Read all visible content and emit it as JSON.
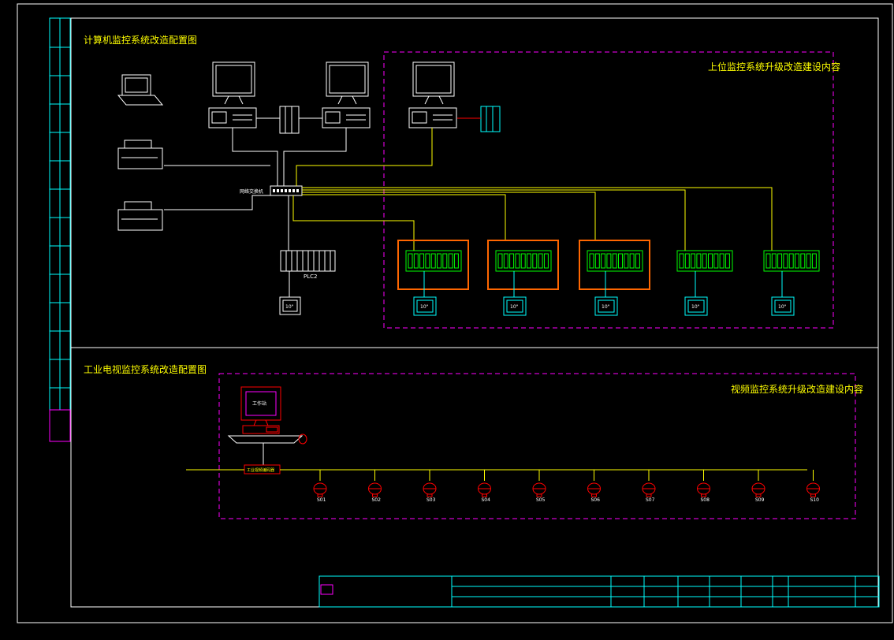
{
  "sections": {
    "top_title": "计算机监控系统改造配置图",
    "top_dashed_title": "上位监控系统升级改造建设内容",
    "bottom_title": "工业电视监控系统改造配置图",
    "bottom_dashed_title": "视频监控系统升级改造建设内容"
  },
  "top": {
    "switch_label": "网络交换机",
    "plc_left_label": "PLC2",
    "monitor_label": "10\"",
    "controllers": [
      {
        "text": "",
        "highlighted": true
      },
      {
        "text": "",
        "highlighted": true
      },
      {
        "text": "",
        "highlighted": true
      },
      {
        "text": "",
        "highlighted": false
      },
      {
        "text": "",
        "highlighted": false
      }
    ]
  },
  "bottom": {
    "workstation_label": "工作站",
    "encoder_label": "工业视频编码器",
    "trunk_label": "",
    "cameras": [
      {
        "id": "S01"
      },
      {
        "id": "S02"
      },
      {
        "id": "S03"
      },
      {
        "id": "S04"
      },
      {
        "id": "S05"
      },
      {
        "id": "S06"
      },
      {
        "id": "S07"
      },
      {
        "id": "S08"
      },
      {
        "id": "S09"
      },
      {
        "id": "S10"
      }
    ]
  },
  "colors": {
    "frame": "#ffffff",
    "sidebar": "#ff00ff",
    "dashed": "#ff00ff",
    "title": "#ffff00",
    "plc": "#00ff00",
    "highlight": "#ff6600",
    "monitor": "#00ffff",
    "camera": "#ff0000",
    "line": "#ffff00",
    "table": "#00ffff"
  }
}
